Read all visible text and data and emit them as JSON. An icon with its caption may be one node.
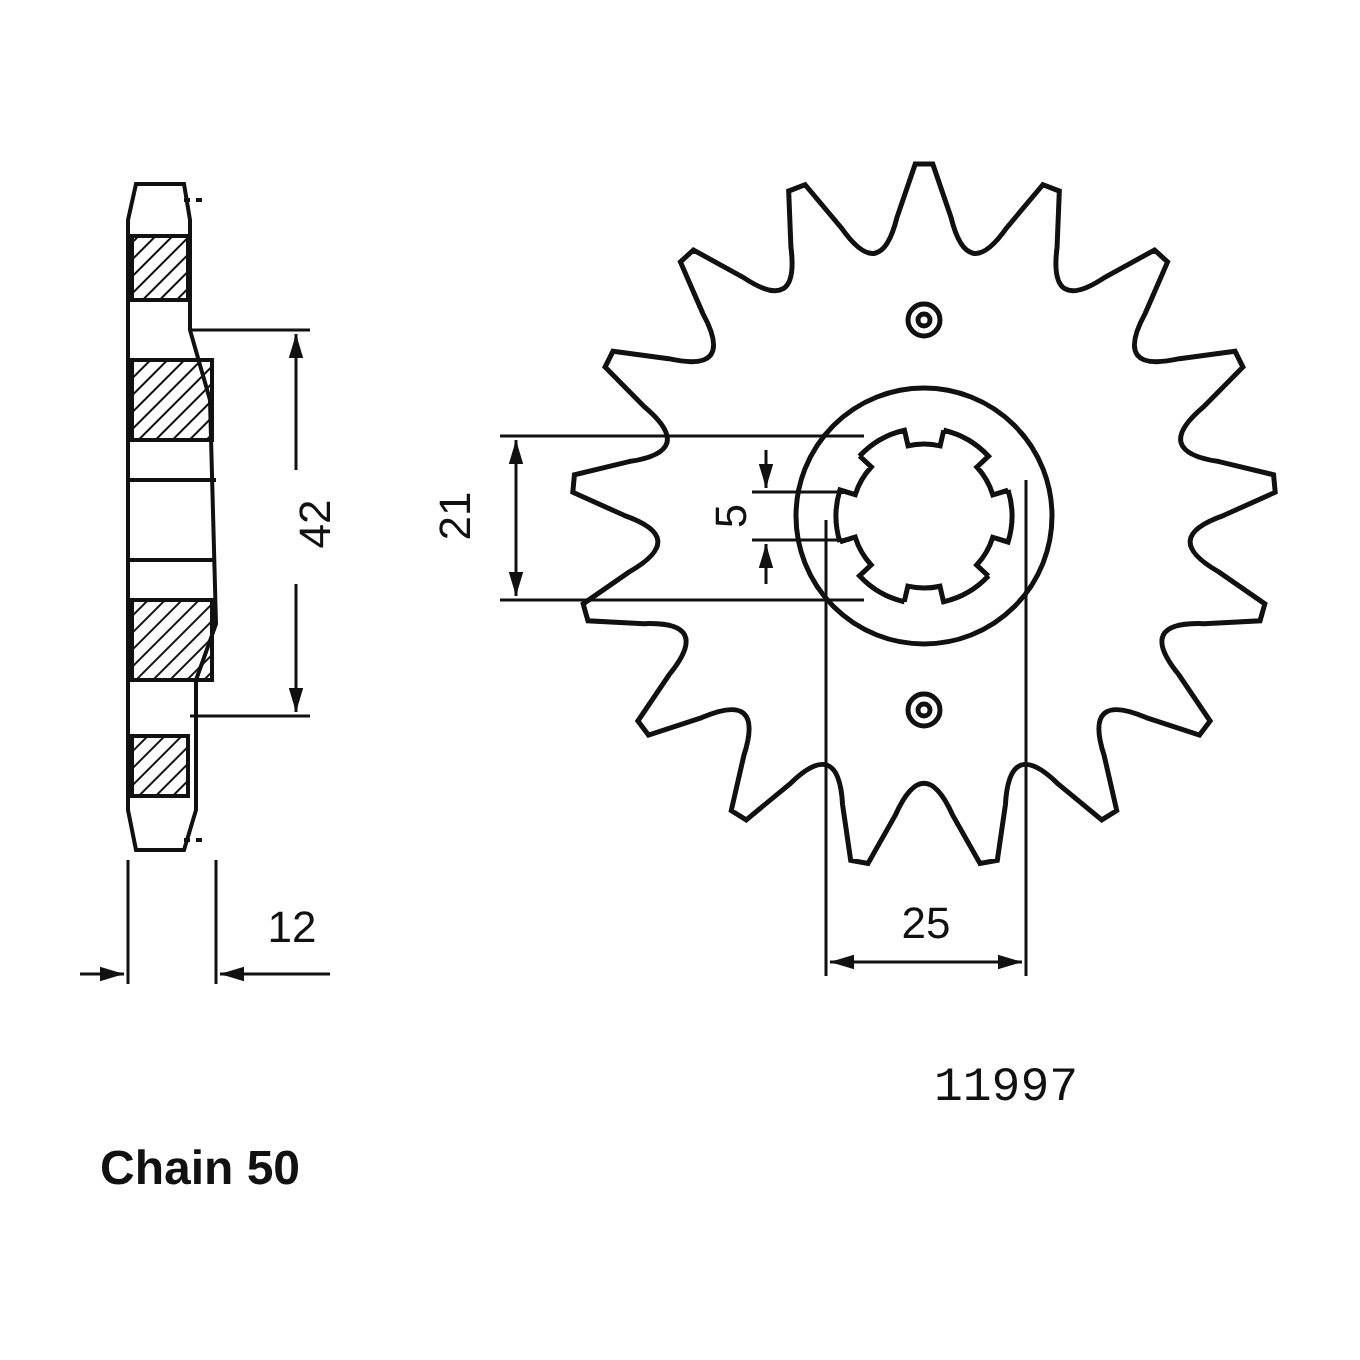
{
  "diagram": {
    "labels": [
      "42",
      "21",
      "5",
      "12",
      "25",
      "11997",
      "Chain 50"
    ]
  }
}
